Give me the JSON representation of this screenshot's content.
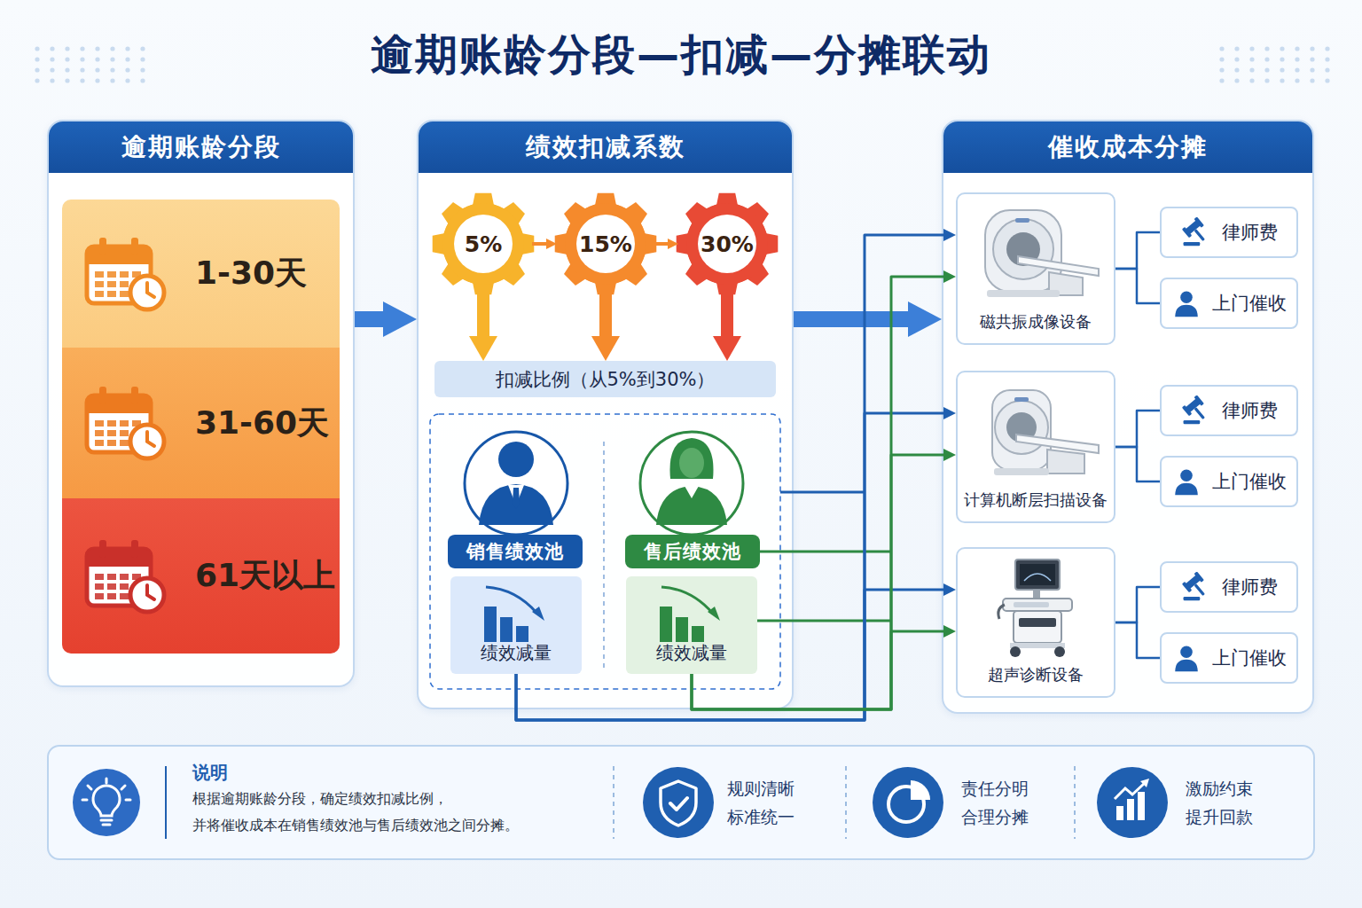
{
  "diagram": {
    "title": "逾期账龄分段—扣减—分摊联动",
    "nodes": [
      {
        "text": [
          "逾期账龄分段"
        ]
      },
      {
        "text": [
          "1-30天"
        ],
        "in": 0
      },
      {
        "text": [
          "31-60天"
        ],
        "in": 0
      },
      {
        "text": [
          "61天以上"
        ],
        "in": 0
      },
      {
        "text": [
          "绩效扣减系数"
        ]
      },
      {
        "text": [
          "5%"
        ],
        "in": 4
      },
      {
        "text": [
          "15%"
        ],
        "in": 4
      },
      {
        "text": [
          "30%"
        ],
        "in": 4
      },
      {
        "text": [
          "扣减比例（从5%到30%）"
        ],
        "in": 4
      },
      {
        "text": [
          "销售绩效池"
        ],
        "in": 4
      },
      {
        "text": [
          "绩效减量"
        ],
        "in": 4
      },
      {
        "text": [
          "售后绩效池"
        ],
        "in": 4
      },
      {
        "text": [
          "绩效减量"
        ],
        "in": 4
      },
      {
        "text": [
          "催收成本分摊"
        ]
      },
      {
        "text": [
          "磁共振成像设备"
        ],
        "in": 13
      },
      {
        "text": [
          "律师费"
        ],
        "in": 13
      },
      {
        "text": [
          "上门催收"
        ],
        "in": 13
      },
      {
        "text": [
          "计算机断层扫描设备"
        ],
        "in": 13
      },
      {
        "text": [
          "律师费"
        ],
        "in": 13
      },
      {
        "text": [
          "上门催收"
        ],
        "in": 13
      },
      {
        "text": [
          "超声诊断设备"
        ],
        "in": 13
      },
      {
        "text": [
          "律师费"
        ],
        "in": 13
      },
      {
        "text": [
          "上门催收"
        ],
        "in": 13
      },
      {
        "text": [
          "说明",
          "根据逾期账龄分段，确定绩效扣减比例， 并将催收成本在销售绩效池与售后绩效池之间分摊。",
          "规则清晰 标准统一",
          "责任分明 合理分摊",
          "激励约束 提升回款"
        ]
      }
    ],
    "edges": [
      {
        "from": 0,
        "to": 4,
        "arrow": "to"
      },
      {
        "from": 4,
        "to": 13,
        "arrow": "to"
      },
      {
        "from": 5,
        "to": 6,
        "arrow": "to"
      },
      {
        "from": 6,
        "to": 7,
        "arrow": "to"
      },
      {
        "from": 5,
        "to": 8,
        "arrow": "to"
      },
      {
        "from": 6,
        "to": 8,
        "arrow": "to"
      },
      {
        "from": 7,
        "to": 8,
        "arrow": "to"
      },
      {
        "from": 10,
        "to": 14,
        "arrow": "to"
      },
      {
        "from": 10,
        "to": 17,
        "arrow": "to"
      },
      {
        "from": 10,
        "to": 20,
        "arrow": "to"
      },
      {
        "from": 12,
        "to": 14,
        "arrow": "to"
      },
      {
        "from": 12,
        "to": 17,
        "arrow": "to"
      },
      {
        "from": 12,
        "to": 20,
        "arrow": "to"
      },
      {
        "from": 14,
        "to": 15,
        "arrow": "none"
      },
      {
        "from": 14,
        "to": 16,
        "arrow": "none"
      },
      {
        "from": 17,
        "to": 18,
        "arrow": "none"
      },
      {
        "from": 17,
        "to": 19,
        "arrow": "none"
      },
      {
        "from": 20,
        "to": 21,
        "arrow": "none"
      },
      {
        "from": 20,
        "to": 22,
        "arrow": "none"
      }
    ]
  }
}
